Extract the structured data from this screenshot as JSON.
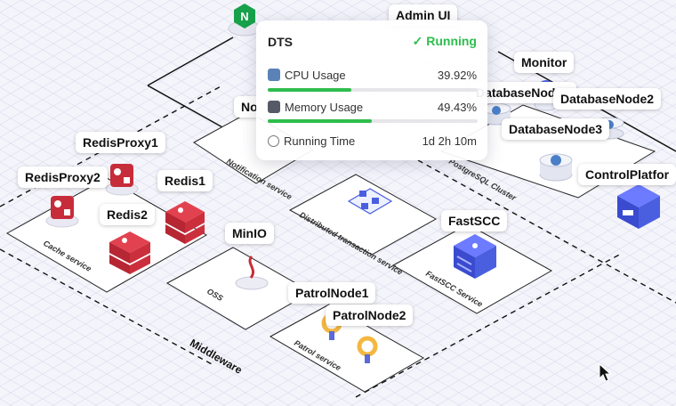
{
  "labels": {
    "admin_ui": "Admin UI",
    "monitor": "Monitor",
    "database_node1": "DatabaseNode1",
    "database_node2": "DatabaseNode2",
    "database_node3": "DatabaseNode3",
    "control_platform": "ControlPlatfor",
    "notification_cut": "No",
    "redis_proxy1": "RedisProxy1",
    "redis_proxy2": "RedisProxy2",
    "redis1": "Redis1",
    "redis2": "Redis2",
    "minio": "MinIO",
    "fastscc": "FastSCC",
    "patrol_node1": "PatrolNode1",
    "patrol_node2": "PatrolNode2"
  },
  "zones": {
    "notification": "Notification service",
    "postgresql": "PostgreSQL Cluster",
    "cache": "Cache service",
    "distributed": "Distributed transaction service",
    "oss": "OSS",
    "fastscc": "FastSCC Service",
    "patrol": "Patrol service",
    "middleware": "Middleware"
  },
  "tooltip": {
    "title": "DTS",
    "status": "✓ Running",
    "cpu_label": "CPU Usage",
    "cpu_value": "39.92%",
    "cpu_fraction": 0.3992,
    "mem_label": "Memory Usage",
    "mem_value": "49.43%",
    "mem_fraction": 0.4943,
    "time_label": "Running Time",
    "time_value": "1d 2h 10m"
  },
  "colors": {
    "running_green": "#2ebd4e",
    "redis_red": "#d9333f",
    "node_blue": "#4a5fe0",
    "patrol_orange": "#f4b740",
    "background": "#f4f4fb"
  }
}
